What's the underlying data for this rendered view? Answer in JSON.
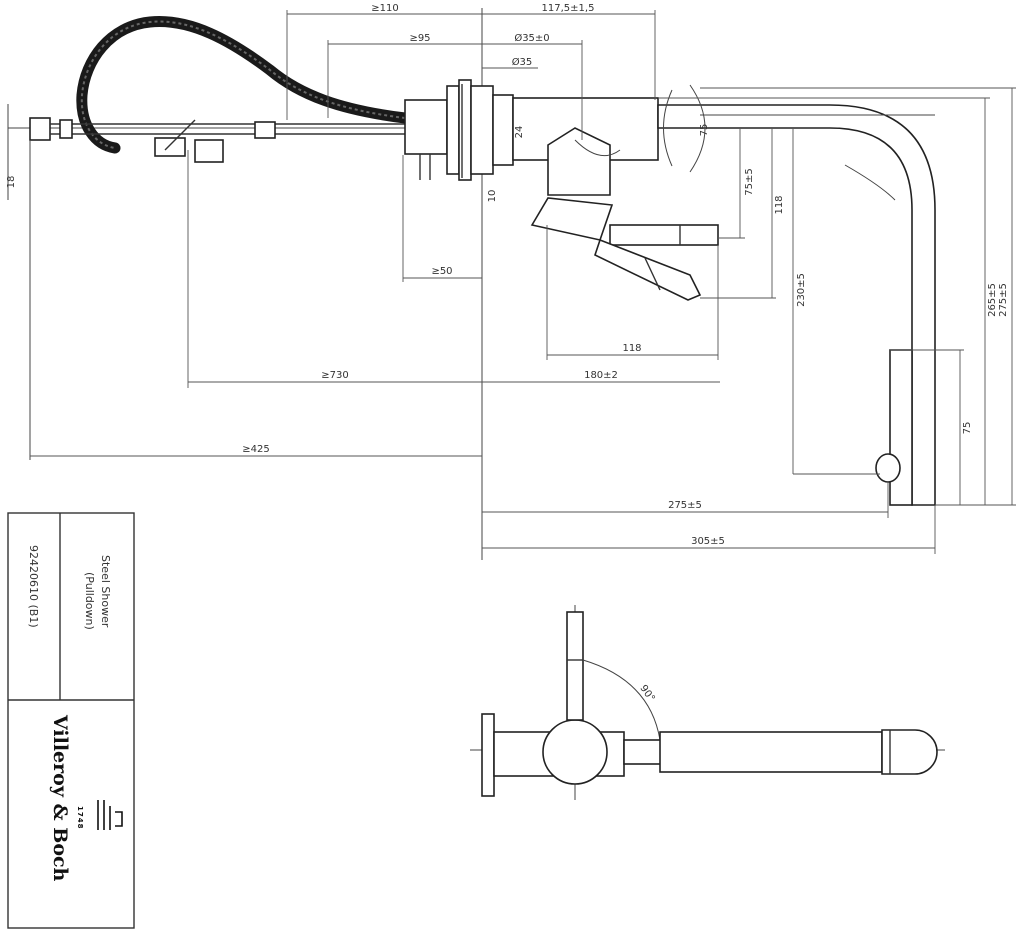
{
  "dimensions": {
    "d_top1": "≥110",
    "d_top2": "117,5±1,5",
    "d_w95": "≥95",
    "d_dia": "Ø35±0",
    "d_35": "Ø35",
    "d_24": "24",
    "d_n50": "≥50",
    "d_n10": "10",
    "d_left18": "18",
    "d_r75": "75",
    "d_118": "118",
    "d_h230": "230±5",
    "d_h1": "75±5",
    "d_h265": "265±5",
    "d_h275": "275±5",
    "d_h75": "75",
    "d_left_b1": "≥730",
    "d_b1": "180±2",
    "d_ge425": "≥425",
    "d_b275": "275±5",
    "d_b305": "305±5",
    "d_top_angle": "90°"
  },
  "title_block": {
    "product_name": "Steel Shower",
    "variant": "(Pulldown)",
    "code": "92420610 (B1)",
    "brand": "Villeroy & Boch",
    "brand_sub": "1748"
  },
  "colors": {
    "line": "#333333",
    "hose": "#1a1a1a",
    "background": "#ffffff"
  }
}
